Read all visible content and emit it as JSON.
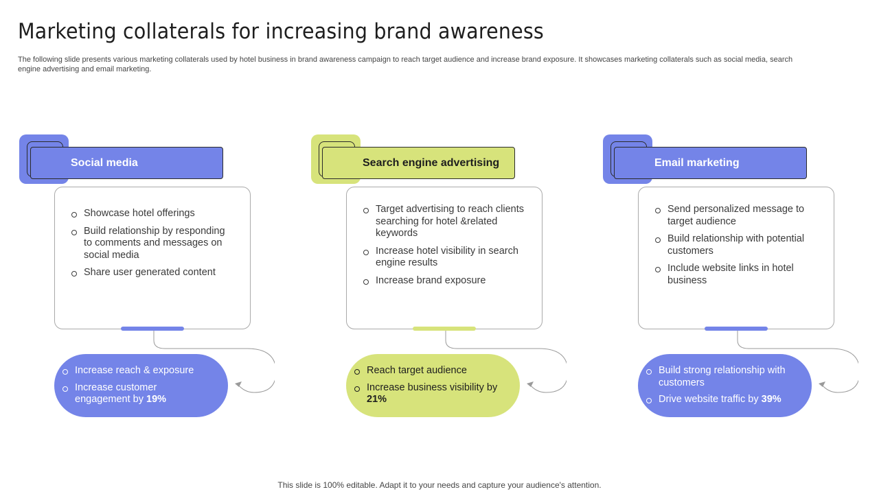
{
  "title": "Marketing collaterals for increasing brand awareness",
  "subtitle": "The following slide presents various marketing collaterals used by hotel business in brand awareness campaign to reach target audience and increase brand exposure. It showcases marketing collaterals such as social media, search engine advertising and email marketing.",
  "colors": {
    "blue": "#7484e8",
    "lime": "#d7e37b"
  },
  "columns": [
    {
      "icon": "social-network-icon",
      "header": "Social media",
      "items": [
        "Showcase hotel offerings",
        "Build relationship by responding to comments and messages on social media",
        "Share user generated content"
      ],
      "outcomes": [
        {
          "text": "Increase reach & exposure",
          "strong": ""
        },
        {
          "text": "Increase customer engagement by ",
          "strong": "19%"
        }
      ]
    },
    {
      "icon": "seo-search-icon",
      "header": "Search engine advertising",
      "items": [
        "Target advertising to reach clients searching for hotel &related keywords",
        "Increase hotel visibility in search engine results",
        "Increase brand exposure"
      ],
      "outcomes": [
        {
          "text": "Reach target audience",
          "strong": ""
        },
        {
          "text": "Increase business visibility by ",
          "strong": "21%"
        }
      ]
    },
    {
      "icon": "mobile-email-icon",
      "header": "Email marketing",
      "items": [
        "Send personalized message to target audience",
        "Build relationship with potential customers",
        "Include website links in hotel business"
      ],
      "outcomes": [
        {
          "text": "Build strong relationship with customers",
          "strong": ""
        },
        {
          "text": "Drive website traffic by ",
          "strong": "39%"
        }
      ]
    }
  ],
  "footer": "This slide is 100% editable. Adapt it to your needs and capture your audience's attention."
}
